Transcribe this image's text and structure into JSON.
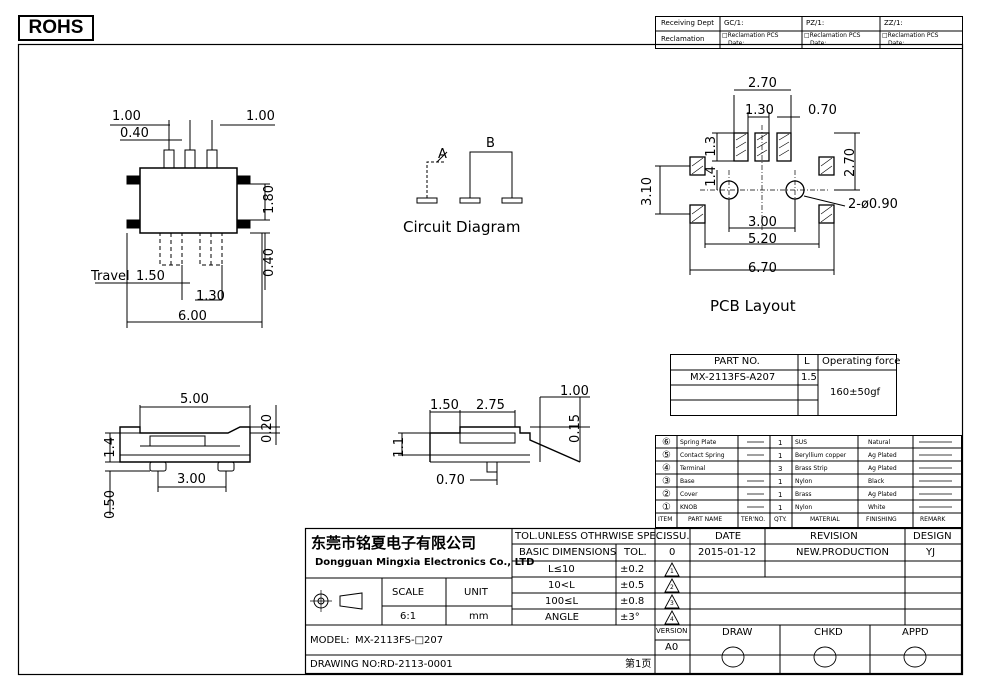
{
  "badge": "ROHS",
  "header": {
    "receiving_dept": "Receiving Dept",
    "reclamation": "Reclamation",
    "gc": "GC/1:",
    "pz": "PZ/1:",
    "zz": "ZZ/1:",
    "reclamation_pcs": "□Reclamation   PCS",
    "date": "Date:"
  },
  "views": {
    "top_dims": [
      "1.00",
      "0.40",
      "1.00",
      "1.80",
      "0.40",
      "1.50",
      "1.30",
      "6.00"
    ],
    "travel_label": "Travel",
    "circuit_title": "Circuit Diagram",
    "circuit_a": "A",
    "circuit_b": "B",
    "pcb_dims": [
      "2.70",
      "1.30",
      "0.70",
      "1.3",
      "1.4",
      "2.70",
      "3.10",
      "2-ø0.90",
      "3.00",
      "5.20",
      "6.70"
    ],
    "pcb_title": "PCB Layout",
    "front_dims": [
      "5.00",
      "0.20",
      "1.4",
      "3.00",
      "0.50"
    ],
    "side_dims": [
      "1.00",
      "1.50",
      "2.75",
      "0.15",
      "1.1",
      "0.70"
    ]
  },
  "part_table": {
    "headers": [
      "PART NO.",
      "L",
      "Operating force"
    ],
    "row": [
      "MX-2113FS-A207",
      "1.5",
      "160±50gf"
    ]
  },
  "bom": {
    "rows": [
      {
        "no": "⑥",
        "name": "Spring Plate",
        "qty": "1",
        "material": "SUS",
        "finish": "Natural"
      },
      {
        "no": "⑤",
        "name": "Contact Spring",
        "qty": "1",
        "material": "Beryllium copper",
        "finish": "Ag Plated"
      },
      {
        "no": "④",
        "name": "Terminal",
        "qty": "3",
        "material": "Brass Strip",
        "finish": "Ag Plated"
      },
      {
        "no": "③",
        "name": "Base",
        "qty": "1",
        "material": "Nylon",
        "finish": "Black"
      },
      {
        "no": "②",
        "name": "Cover",
        "qty": "1",
        "material": "Brass",
        "finish": "Ag Plated"
      },
      {
        "no": "①",
        "name": "KNOB",
        "qty": "1",
        "material": "Nylon",
        "finish": "White"
      }
    ],
    "headers": [
      "ITEM",
      "PART NAME",
      "TER'NO.",
      "QTY.",
      "MATERIAL",
      "FINISHING",
      "REMARK"
    ]
  },
  "title_block": {
    "company_cn": "东莞市铭夏电子有限公司",
    "company_en": "Dongguan Mingxia Electronics Co., LTD",
    "tol_title": "TOL.UNLESS OTHRWISE SPEC.",
    "basic_dims": "BASIC DIMENSIONS",
    "tol": "TOL.",
    "tol_rows": [
      {
        "range": "L≤10",
        "value": "±0.2",
        "mark": "1"
      },
      {
        "range": "10<L",
        "value": "±0.5",
        "mark": "2"
      },
      {
        "range": "100≤L",
        "value": "±0.8",
        "mark": "3"
      },
      {
        "range": "ANGLE",
        "value": "±3°",
        "mark": "4"
      }
    ],
    "scale_label": "SCALE",
    "unit_label": "UNIT",
    "scale": "6:1",
    "unit": "mm",
    "issu": ". ISSU.",
    "date_h": "DATE",
    "revision_h": "REVISION",
    "design_h": "DESIGN",
    "issue": "0",
    "date": "2015-01-12",
    "revision": "NEW.PRODUCTION",
    "design": "YJ",
    "version_h": "VERSION",
    "version": "A0",
    "draw": "DRAW",
    "chkd": "CHKD",
    "appd": "APPD",
    "model_label": "MODEL:",
    "model": "MX-2113FS-□207",
    "drawing_label": "DRAWING NO:",
    "drawing_no": "RD-2113-0001",
    "page": "第1页"
  }
}
